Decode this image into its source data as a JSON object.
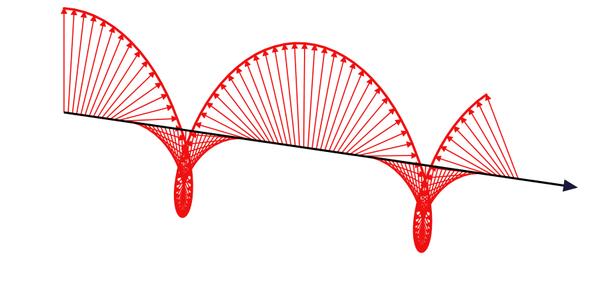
{
  "colors": {
    "vector": "#ee1111",
    "envelope": "#ee1111",
    "axis": "#000000",
    "axis_head": "#1a1a3a"
  },
  "diagram": {
    "kind": "rotating-field-helix",
    "turns": 1.9,
    "vector_count": 108,
    "arrowheads": true
  }
}
